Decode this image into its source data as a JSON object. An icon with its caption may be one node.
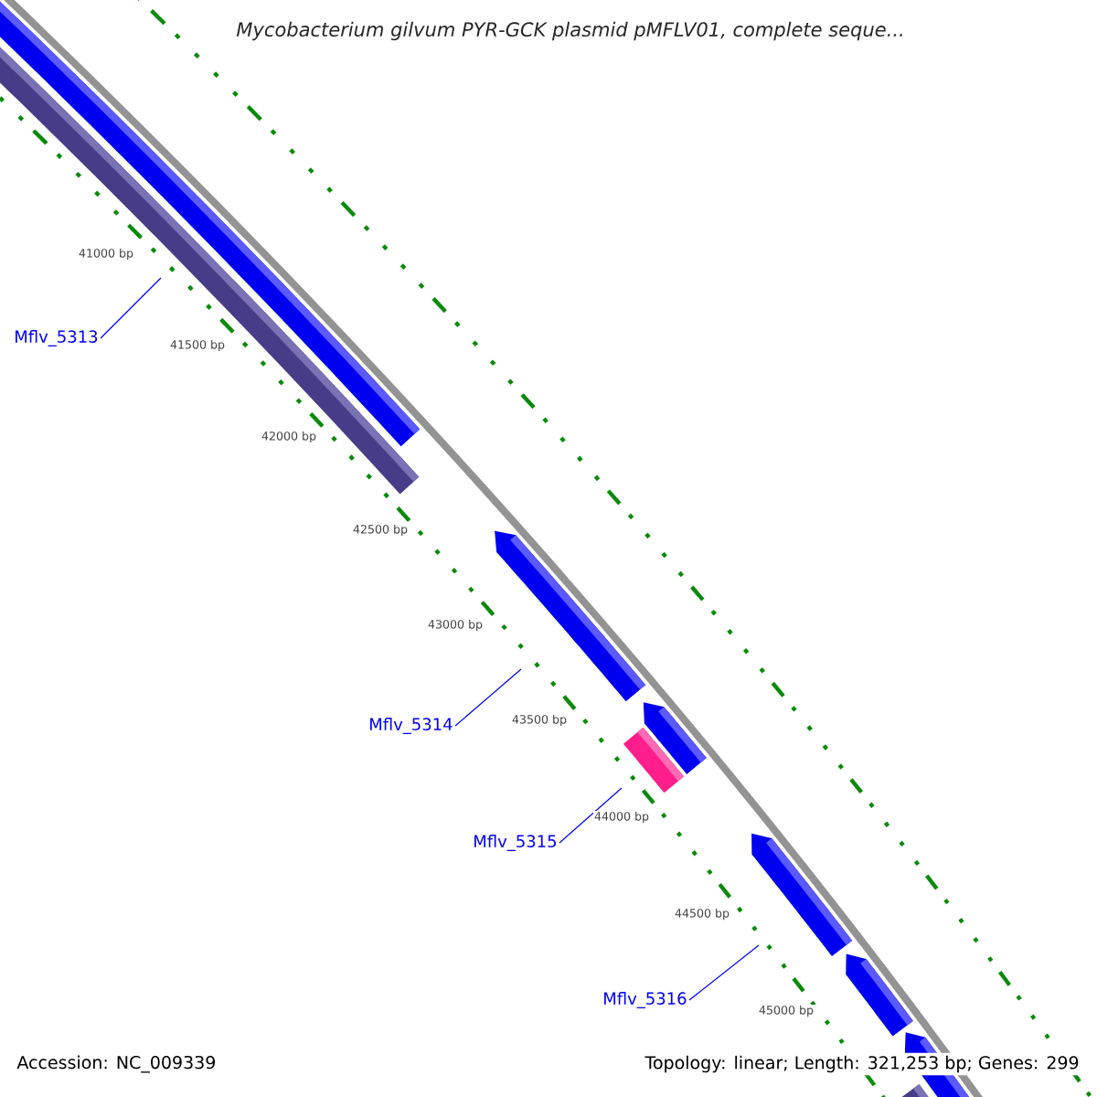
{
  "diagram": {
    "title": "*Mycobacterium gilvum* PYR-GCK plasmid pMFLV01, complete seque...",
    "nodes": [
      {
        "text": [
          "Mflv_5313"
        ]
      },
      {
        "text": [
          "Mflv_5314"
        ]
      },
      {
        "text": [
          "Mflv_5315"
        ]
      },
      {
        "text": [
          "Mflv_5316"
        ]
      }
    ],
    "edges": [
      {
        "from": 0,
        "to": null,
        "arrow": "none"
      },
      {
        "from": 1,
        "to": null,
        "arrow": "none"
      },
      {
        "from": 2,
        "to": null,
        "arrow": "none"
      },
      {
        "from": 3,
        "to": null,
        "arrow": "none"
      }
    ],
    "labels": [
      "41000 bp",
      "41500 bp",
      "42000 bp",
      "42500 bp",
      "43000 bp",
      "43500 bp",
      "44000 bp",
      "44500 bp",
      "45000 bp",
      "Accession: NC_009339",
      "Topology: linear; Length: 321,253 bp; Genes: 299"
    ]
  }
}
